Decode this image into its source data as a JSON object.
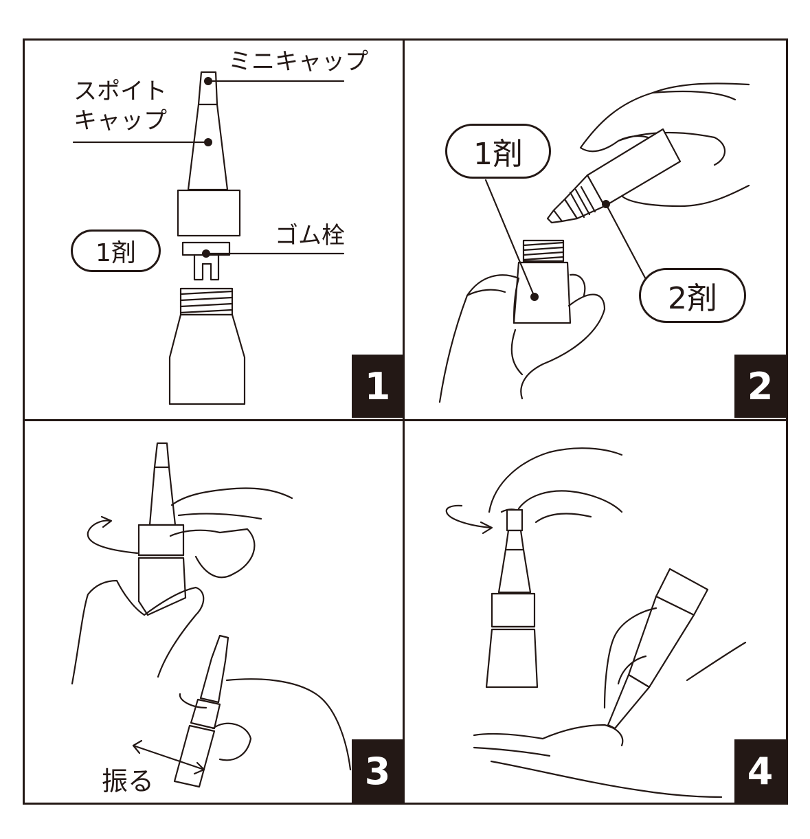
{
  "panels": [
    {
      "step": "1",
      "labels": {
        "mini_cap": "ミニキャップ",
        "dropper_cap_line1": "スポイト",
        "dropper_cap_line2": "キャップ",
        "rubber_stopper": "ゴム栓",
        "agent1": "1剤"
      }
    },
    {
      "step": "2",
      "labels": {
        "agent1": "1剤",
        "agent2": "2剤"
      }
    },
    {
      "step": "3",
      "labels": {
        "shake": "振る"
      }
    },
    {
      "step": "4",
      "labels": {}
    }
  ],
  "colors": {
    "ink": "#231815",
    "background": "#ffffff"
  }
}
